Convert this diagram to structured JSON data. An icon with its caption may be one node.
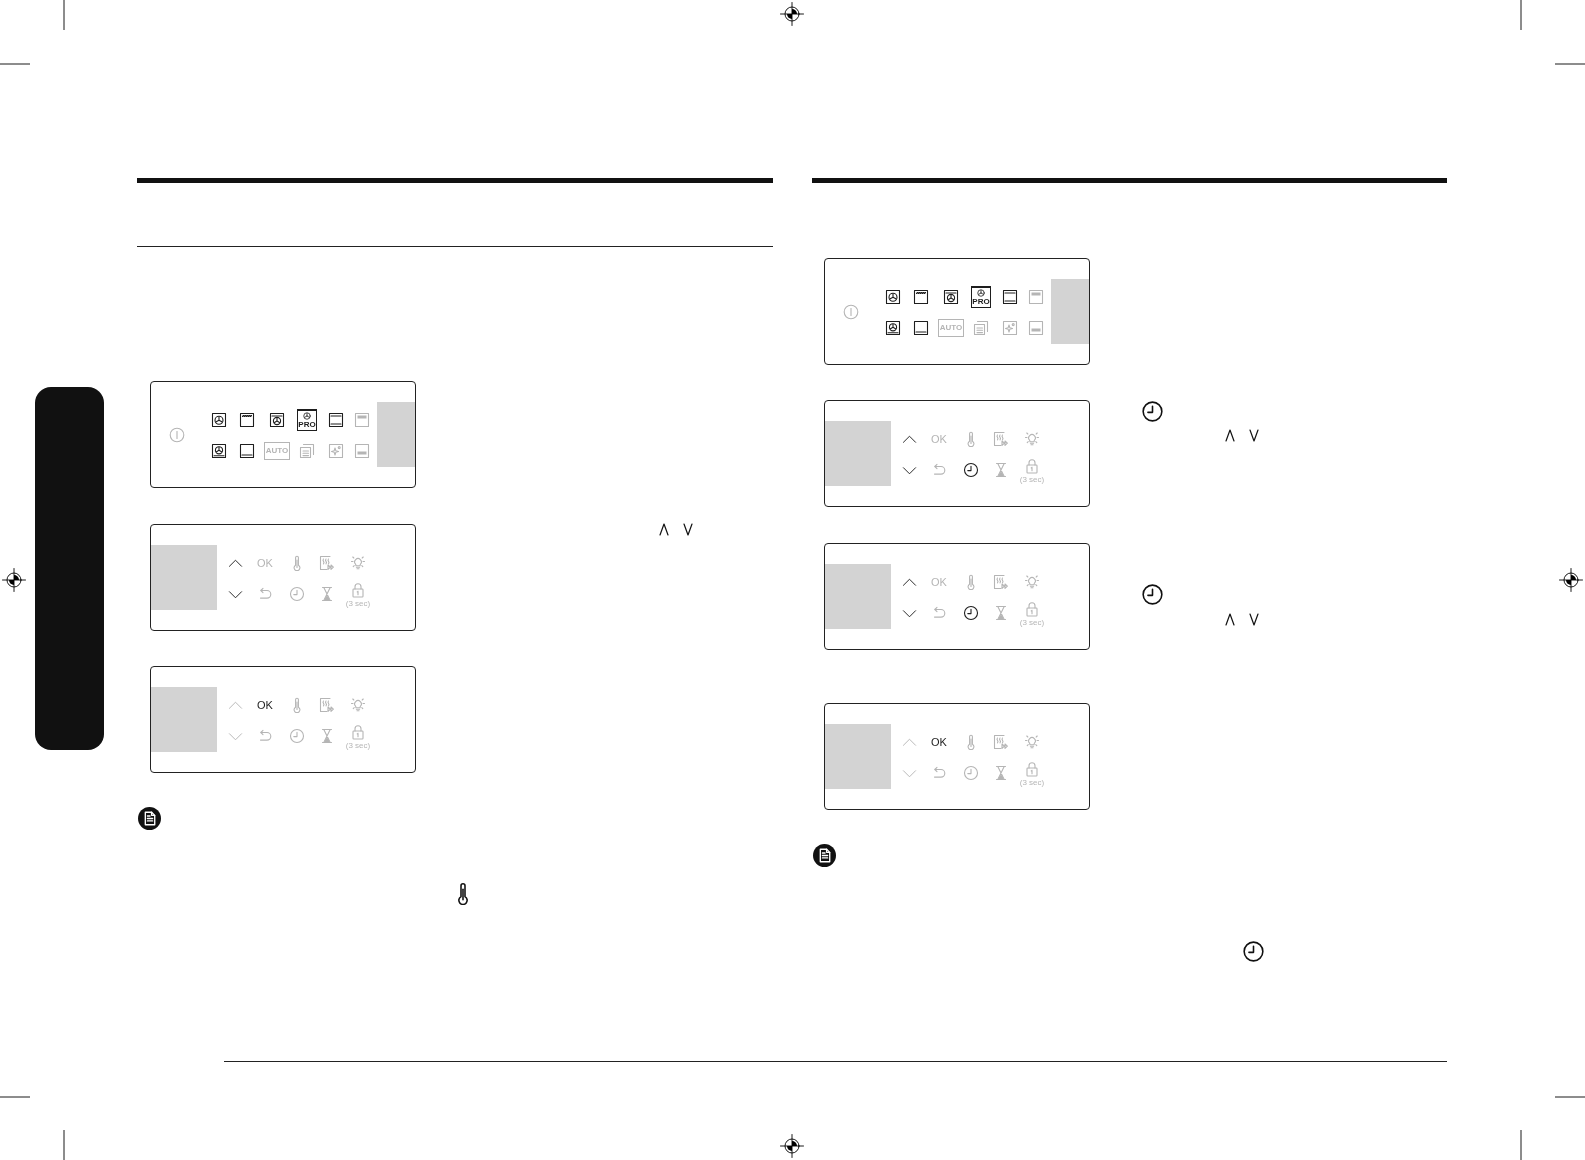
{
  "diagram": {
    "nodes": [
      {
        "text": [
          "PRO",
          "AUTO"
        ]
      },
      {
        "text": [
          "OK",
          "(3 sec)"
        ]
      },
      {
        "text": [
          "OK",
          "(3 sec)"
        ]
      },
      {
        "text": [
          "PRO",
          "AUTO"
        ]
      },
      {
        "text": [
          "OK",
          "(3 sec)"
        ]
      },
      {
        "text": [
          "OK",
          "(3 sec)"
        ]
      },
      {
        "text": [
          "OK",
          "(3 sec)"
        ]
      },
      {
        "text": [],
        "shape": "box"
      }
    ]
  }
}
